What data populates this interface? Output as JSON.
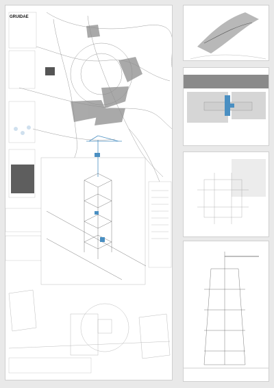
{
  "poster": {
    "title": "GRUIDAE"
  },
  "colors": {
    "accent_blue": "#4a8fc2",
    "line": "#777777",
    "paper": "#ffffff",
    "background": "#e9e9e9"
  },
  "sheets": [
    {
      "name": "main-poster-sheet"
    },
    {
      "name": "aerial-sheet"
    },
    {
      "name": "plan-detail-sheet"
    },
    {
      "name": "grid-plan-sheet"
    },
    {
      "name": "section-sheet"
    }
  ]
}
